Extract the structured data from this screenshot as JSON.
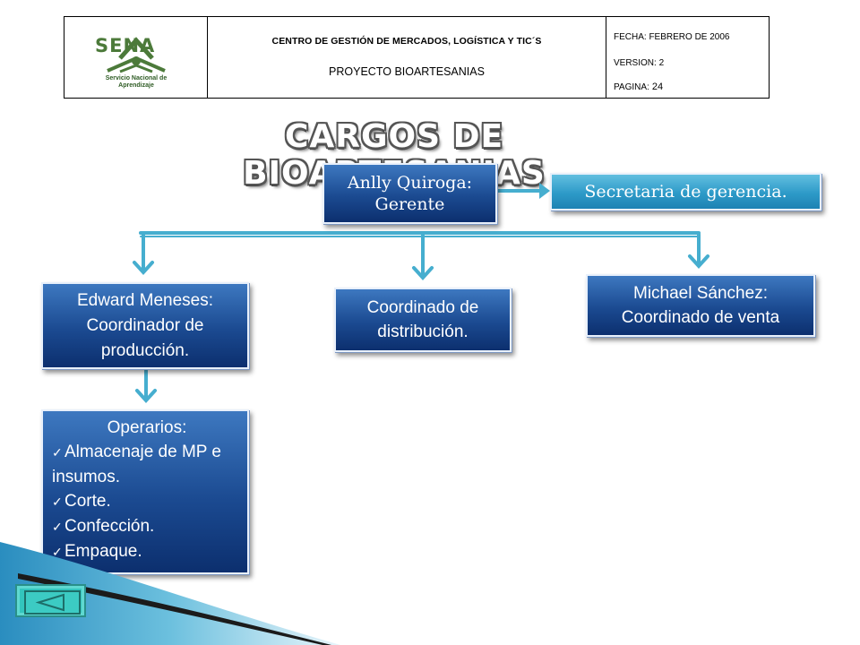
{
  "header": {
    "logo_word": "SENA",
    "logo_subtitle": "Servicio Nacional de Aprendizaje",
    "center_title": "CENTRO DE GESTIÓN DE MERCADOS, LOGÍSTICA Y TIC´S",
    "project": "PROYECTO BIOARTESANIAS",
    "fecha_label": "FECHA: FEBRERO  DE 2006",
    "version_label": "VERSION: 2",
    "pagina_label": "PAGINA:",
    "pagina_value": "24"
  },
  "title": "CARGOS DE BIOARTESANIAS",
  "org": {
    "gerente": {
      "line1": "Anlly Quiroga:",
      "line2": "Gerente"
    },
    "secretaria": "Secretaria de gerencia.",
    "edward": {
      "line1": "Edward Meneses:",
      "line2": "Coordinador  de",
      "line3": "producción."
    },
    "distribucion": {
      "line1": "Coordinado  de",
      "line2": "distribución."
    },
    "michael": {
      "line1": "Michael Sánchez:",
      "line2": "Coordinado  de venta"
    },
    "operarios": {
      "title": "Operarios:",
      "items": [
        "Almacenaje de MP e insumos.",
        "Corte.",
        "Confección.",
        "Empaque."
      ]
    }
  },
  "colors": {
    "box_blue": "#1b4a91",
    "box_teal": "#2d9ac8",
    "connector": "#46aecf",
    "footer_teal": "#33c5bd"
  },
  "icons": {
    "bullet": "checkmark-icon",
    "nav": "back-triangle-icon"
  }
}
